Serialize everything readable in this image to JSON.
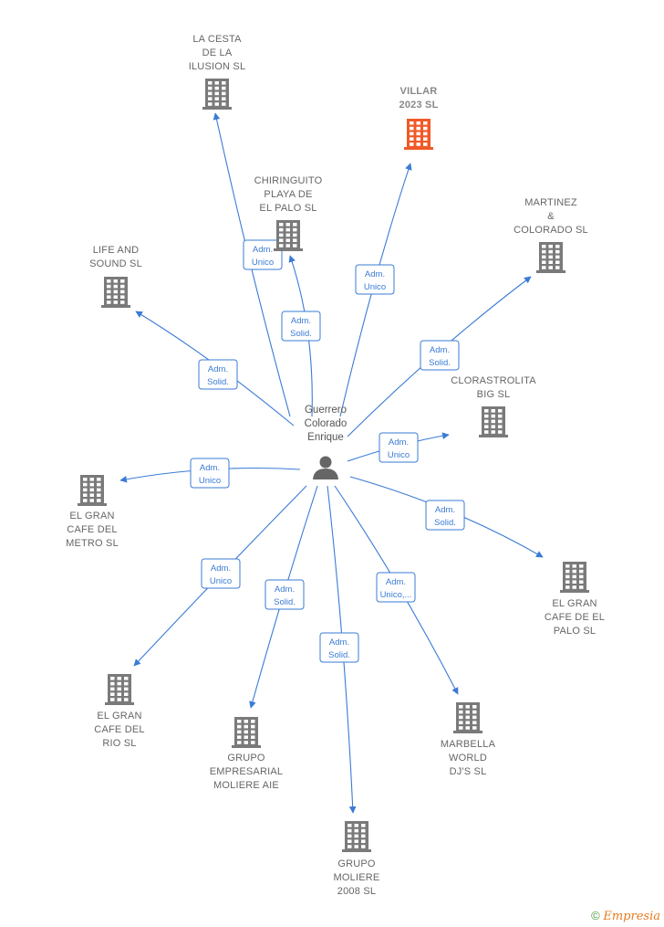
{
  "center": {
    "name_lines": [
      "Guerrero",
      "Colorado",
      "Enrique"
    ]
  },
  "companies": [
    {
      "id": "la-cesta",
      "lines": [
        "LA CESTA",
        "DE LA",
        "ILUSION SL"
      ],
      "highlight": false
    },
    {
      "id": "villar",
      "lines": [
        "VILLAR",
        "2023  SL"
      ],
      "highlight": true
    },
    {
      "id": "chiringuito",
      "lines": [
        "CHIRINGUITO",
        "PLAYA DE",
        "EL PALO  SL"
      ],
      "highlight": false
    },
    {
      "id": "martinez",
      "lines": [
        "MARTINEZ",
        "&",
        "COLORADO  SL"
      ],
      "highlight": false
    },
    {
      "id": "life-and-sound",
      "lines": [
        "LIFE AND",
        "SOUND  SL"
      ],
      "highlight": false
    },
    {
      "id": "clorastrolita",
      "lines": [
        "CLORASTROLITA",
        "BIG SL"
      ],
      "highlight": false
    },
    {
      "id": "gran-cafe-metro",
      "lines": [
        "EL GRAN",
        "CAFE DEL",
        "METRO  SL"
      ],
      "highlight": false
    },
    {
      "id": "gran-cafe-palo",
      "lines": [
        "EL GRAN",
        "CAFE DE EL",
        "PALO  SL"
      ],
      "highlight": false
    },
    {
      "id": "gran-cafe-rio",
      "lines": [
        "EL GRAN",
        "CAFE DEL",
        "RIO  SL"
      ],
      "highlight": false
    },
    {
      "id": "grupo-empresarial",
      "lines": [
        "GRUPO",
        "EMPRESARIAL",
        "MOLIERE AIE"
      ],
      "highlight": false
    },
    {
      "id": "marbella",
      "lines": [
        "MARBELLA",
        "WORLD",
        "DJ'S  SL"
      ],
      "highlight": false
    },
    {
      "id": "grupo-moliere",
      "lines": [
        "GRUPO",
        "MOLIERE",
        "2008 SL"
      ],
      "highlight": false
    }
  ],
  "edges": [
    {
      "target": "la-cesta",
      "lines": [
        "Adm.",
        "Unico"
      ]
    },
    {
      "target": "chiringuito",
      "lines": [
        "Adm.",
        "Solid."
      ]
    },
    {
      "target": "villar",
      "lines": [
        "Adm.",
        "Unico"
      ]
    },
    {
      "target": "martinez",
      "lines": [
        "Adm.",
        "Solid."
      ]
    },
    {
      "target": "life-and-sound",
      "lines": [
        "Adm.",
        "Solid."
      ]
    },
    {
      "target": "clorastrolita",
      "lines": [
        "Adm.",
        "Unico"
      ]
    },
    {
      "target": "gran-cafe-metro",
      "lines": [
        "Adm.",
        "Unico"
      ]
    },
    {
      "target": "gran-cafe-palo",
      "lines": [
        "Adm.",
        "Solid."
      ]
    },
    {
      "target": "gran-cafe-rio",
      "lines": [
        "Adm.",
        "Unico"
      ]
    },
    {
      "target": "grupo-empresarial",
      "lines": [
        "Adm.",
        "Solid."
      ]
    },
    {
      "target": "grupo-moliere",
      "lines": [
        "Adm.",
        "Solid."
      ]
    },
    {
      "target": "marbella",
      "lines": [
        "Adm.",
        "Unico,..."
      ]
    }
  ],
  "colors": {
    "edge": "#3a7bd5",
    "building": "#7a7a7a",
    "building_highlight": "#f05a28",
    "person": "#666666"
  },
  "footer": {
    "copyright": "©",
    "brand": "Empresia"
  }
}
